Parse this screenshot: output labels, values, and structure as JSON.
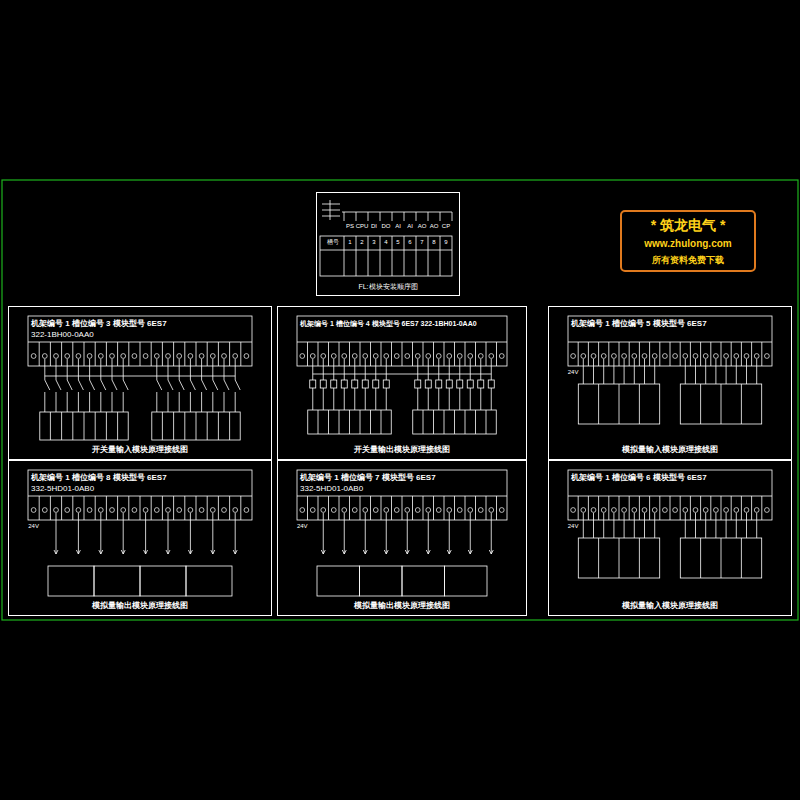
{
  "diagram": {
    "nodes": [
      {
        "text": [
          "FL:模块安装顺序图"
        ]
      },
      {
        "text": [
          "* 筑龙电气 *",
          "www.zhulong.com",
          "所有资料免费下载"
        ]
      },
      {
        "text": [
          "机架编号 1 槽位编号 3 模块型号 6ES7",
          "322-1BH00-0AA0",
          "开关量输入模块原理接线图"
        ]
      },
      {
        "text": [
          "机架编号 1 槽位编号 8 模块型号 6ES7",
          "332-5HD01-0AB0",
          "模拟量输出模块原理接线图"
        ]
      },
      {
        "text": [
          "机架编号 1 槽位编号 4 模块型号 6ES7 322-1BH01-0AA0",
          "开关量输出模块原理接线图"
        ]
      },
      {
        "text": [
          "机架编号 1 槽位编号 7 模块型号 6ES7",
          "332-5HD01-0AB0",
          "模拟量输出模块原理接线图"
        ]
      },
      {
        "text": [
          "机架编号 1 槽位编号 5 模块型号 6ES7",
          "模拟量输入模块原理接线图"
        ]
      },
      {
        "text": [
          "机架编号 1 槽位编号 6 模块型号 6ES7",
          "模拟量输入模块原理接线图"
        ]
      }
    ],
    "labels": [
      "槽号",
      "1",
      "2",
      "3",
      "4",
      "5",
      "6",
      "7",
      "8",
      "9",
      "PS",
      "CPU",
      "DI",
      "DO",
      "AI",
      "AI",
      "AO",
      "AO",
      "CP",
      "24V",
      "24V",
      "24V",
      "24V"
    ]
  }
}
